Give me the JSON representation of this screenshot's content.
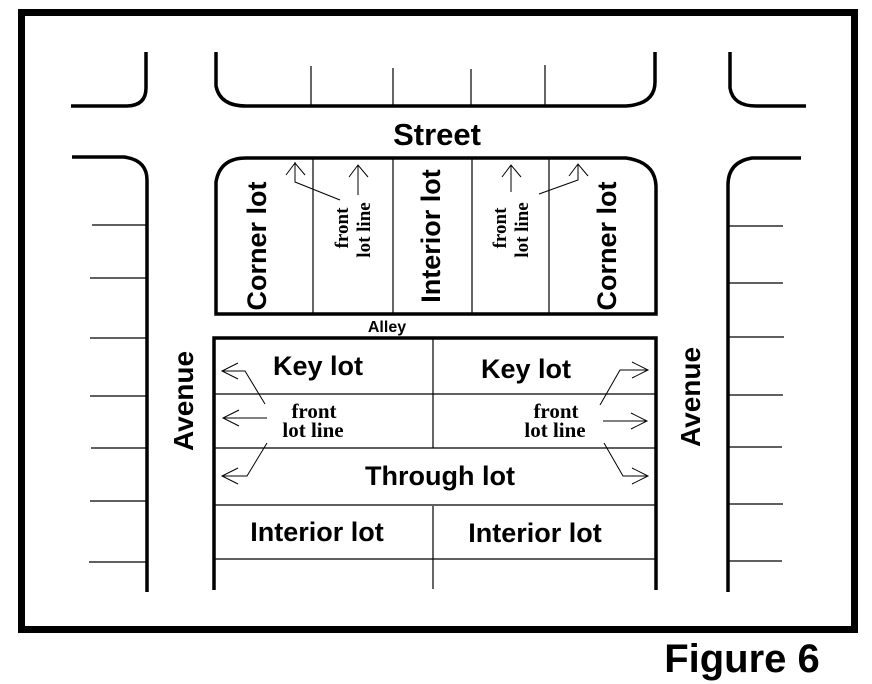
{
  "figure_label": "Figure 6",
  "streets": {
    "street": "Street",
    "avenue_left": "Avenue",
    "avenue_right": "Avenue",
    "alley": "Alley"
  },
  "upper_block": {
    "lots": [
      {
        "label": "Corner lot"
      },
      {
        "label_line1": "front",
        "label_line2": "lot line"
      },
      {
        "label": "Interior lot"
      },
      {
        "label_line1": "front",
        "label_line2": "lot line"
      },
      {
        "label": "Corner lot"
      }
    ]
  },
  "lower_block": {
    "key_lot_left": "Key lot",
    "key_lot_right": "Key lot",
    "front_lot_line_left": {
      "line1": "front",
      "line2": "lot line"
    },
    "front_lot_line_right": {
      "line1": "front",
      "line2": "lot line"
    },
    "through_lot": "Through lot",
    "interior_lot_left": "Interior lot",
    "interior_lot_right": "Interior lot"
  },
  "colors": {
    "ink": "#000000",
    "paper": "#ffffff"
  }
}
